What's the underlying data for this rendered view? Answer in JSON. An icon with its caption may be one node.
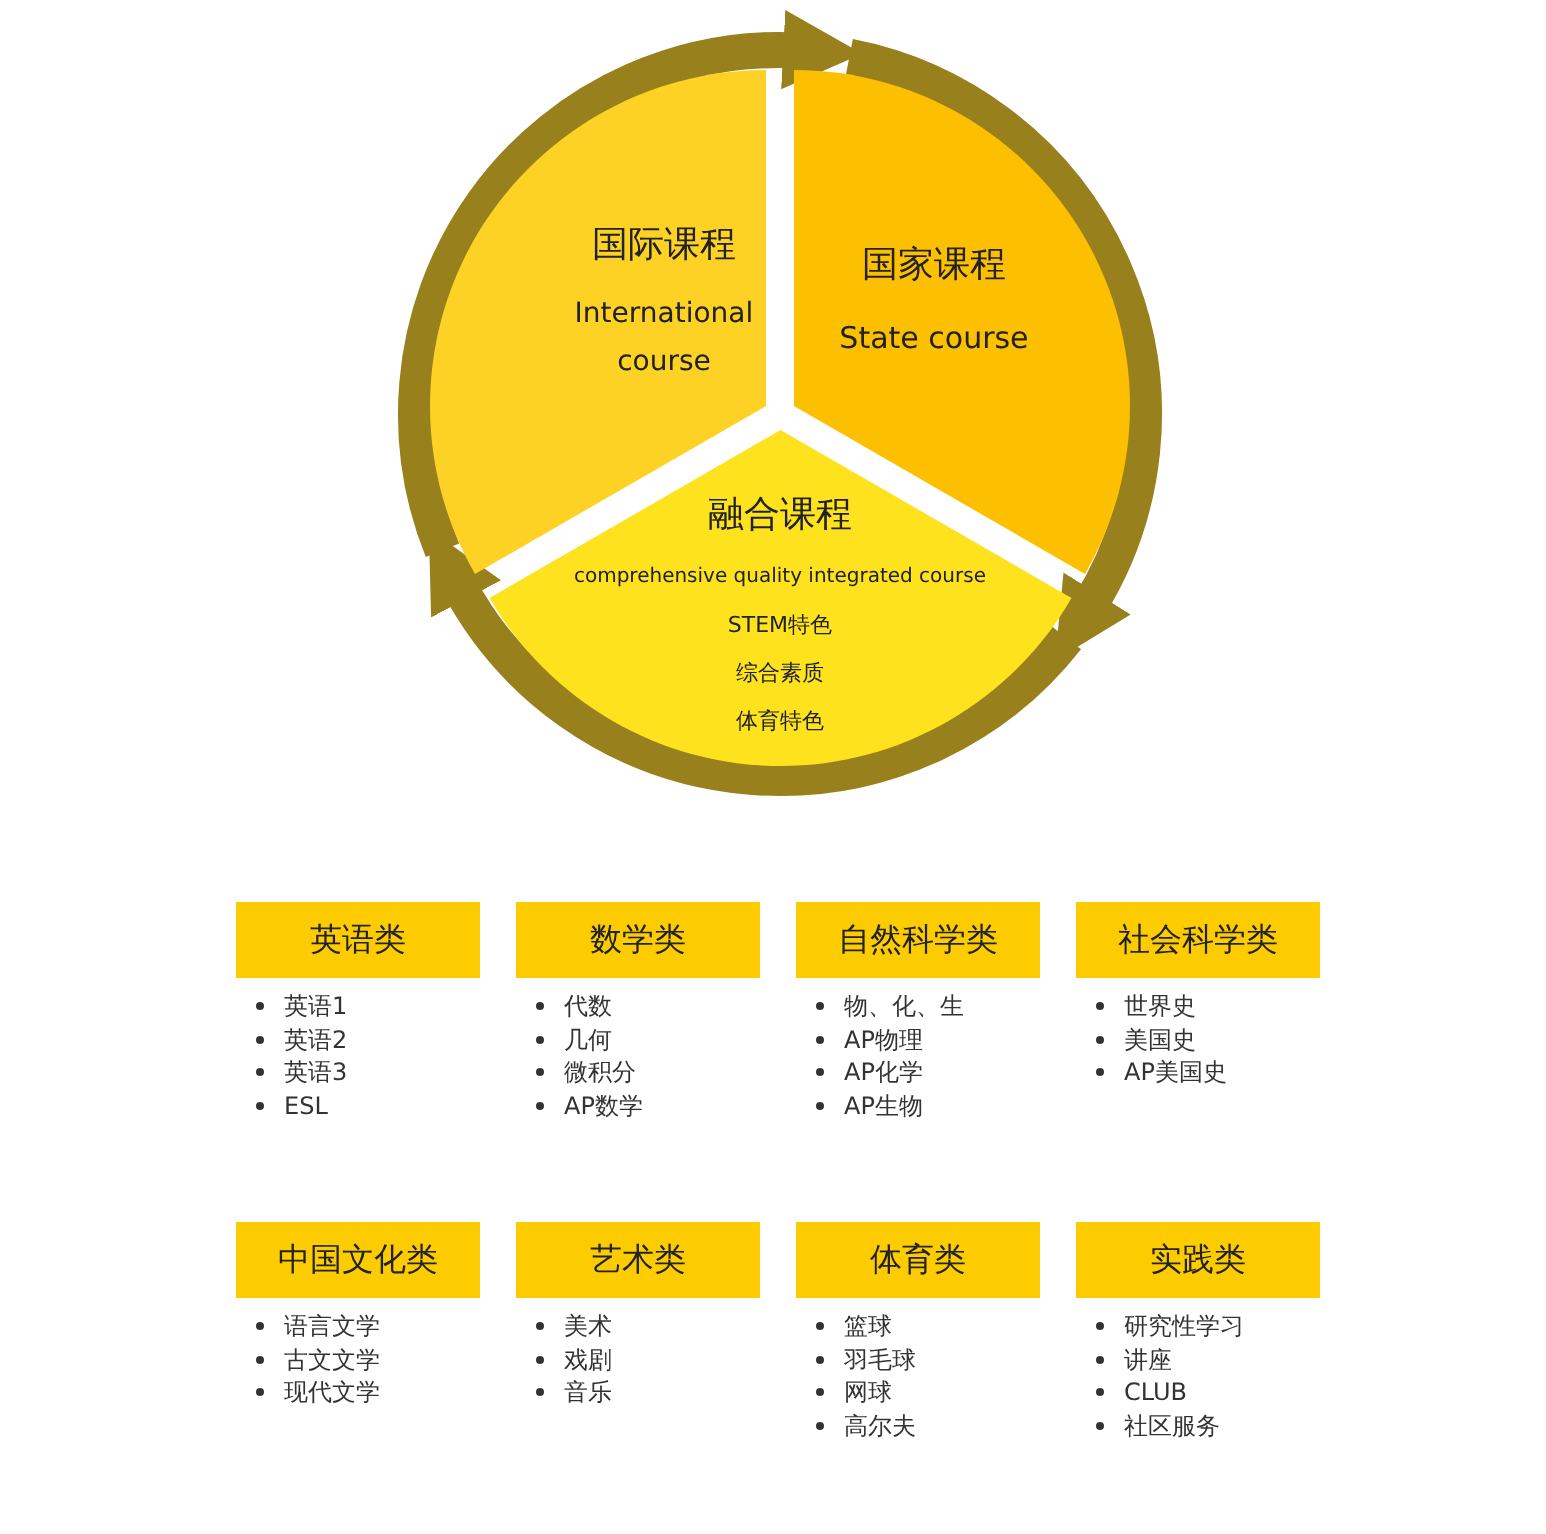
{
  "diagram": {
    "nodes": [
      {
        "text": [
          "国际课程",
          "International course"
        ]
      },
      {
        "text": [
          "国家课程",
          "State course"
        ]
      },
      {
        "text": [
          "融合课程",
          "comprehensive quality integrated course",
          "STEM特色",
          "综合素质",
          "体育特色"
        ]
      },
      {
        "text": [
          "英语类"
        ],
        "beside": [
          "英语1",
          "英语2",
          "英语3",
          "ESL"
        ]
      },
      {
        "text": [
          "数学类"
        ],
        "beside": [
          "代数",
          "几何",
          "微积分",
          "AP数学"
        ]
      },
      {
        "text": [
          "自然科学类"
        ],
        "beside": [
          "物、化、生",
          "AP物理",
          "AP化学",
          "AP生物"
        ]
      },
      {
        "text": [
          "社会科学类"
        ],
        "beside": [
          "世界史",
          "美国史",
          "AP美国史"
        ]
      },
      {
        "text": [
          "中国文化类"
        ],
        "beside": [
          "语言文学",
          "古文文学",
          "现代文学"
        ]
      },
      {
        "text": [
          "艺术类"
        ],
        "beside": [
          "美术",
          "戏剧",
          "音乐"
        ]
      },
      {
        "text": [
          "体育类"
        ],
        "beside": [
          "篮球",
          "羽毛球",
          "网球",
          "高尔夫"
        ]
      },
      {
        "text": [
          "实践类"
        ],
        "beside": [
          "研究性学习",
          "讲座",
          "CLUB",
          "社区服务"
        ]
      }
    ],
    "edges": [
      {
        "from": 0,
        "to": 1,
        "arrow": "to"
      },
      {
        "from": 1,
        "to": 2,
        "arrow": "to"
      },
      {
        "from": 2,
        "to": 0,
        "arrow": "to"
      }
    ]
  }
}
